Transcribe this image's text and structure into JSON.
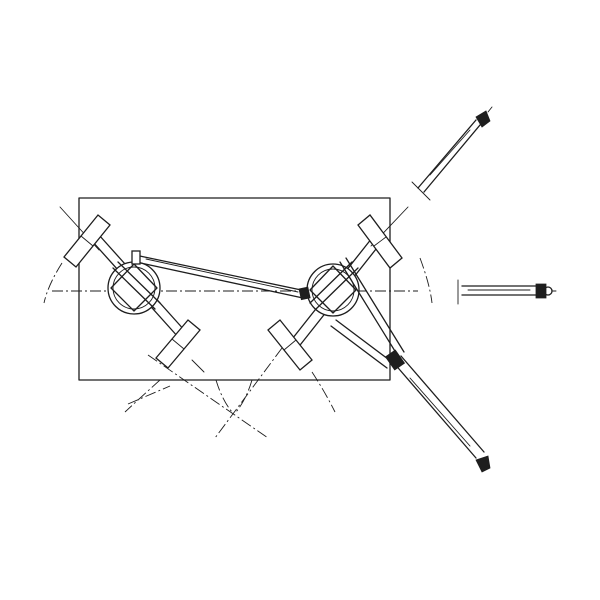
{
  "diagram": {
    "components": [
      "vehicle-frame",
      "front-axle-assembly",
      "rear-axle-assembly",
      "steering-tie-rod",
      "drawbar",
      "drawbar-detail-upper",
      "drawbar-detail-right"
    ],
    "colors": {
      "ink": "#1e1e1e",
      "paper": "#ffffff"
    }
  }
}
